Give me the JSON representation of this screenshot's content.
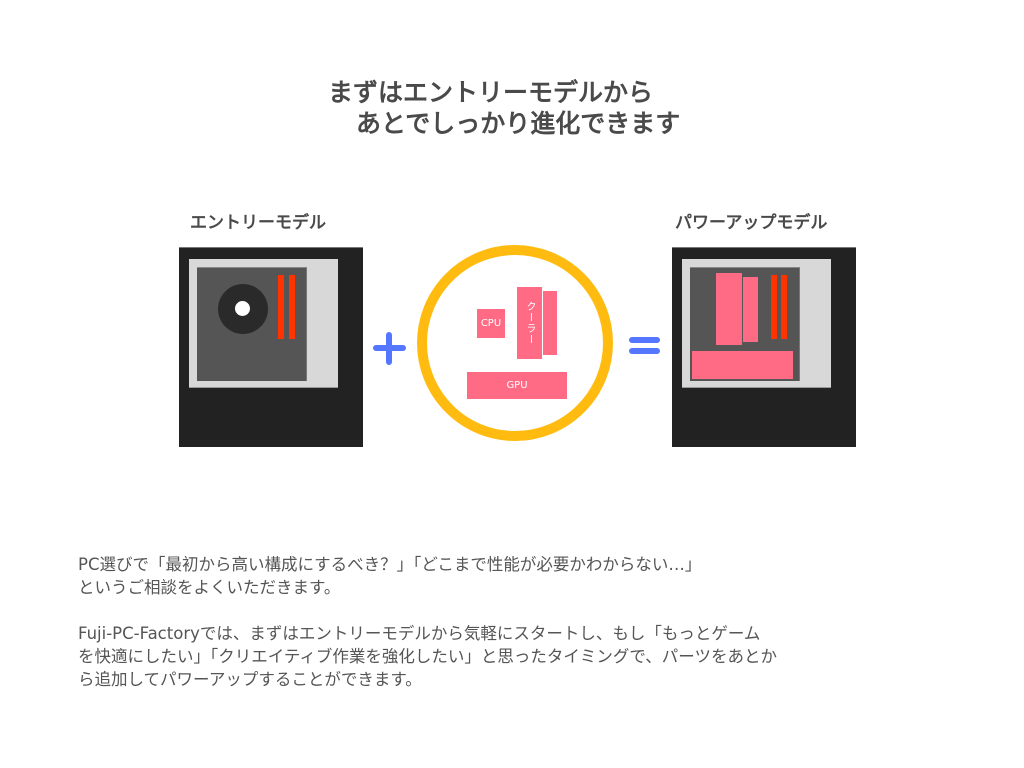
{
  "heading": {
    "line1": "まずはエントリーモデルから",
    "line2": "あとでしっかり進化できます"
  },
  "diagram": {
    "left_label": "エントリーモデル",
    "right_label": "パワーアップモデル",
    "plus_symbol": "+",
    "equals_symbol": "=",
    "parts": {
      "cpu": "CPU",
      "cooler": "クーラー",
      "gpu": "GPU"
    },
    "colors": {
      "case": "#222222",
      "panel": "#d8d8d8",
      "board": "#555555",
      "memory": "#ff3300",
      "parts": "#ff6b85",
      "ring": "#ffbb10",
      "operator": "#5577ff"
    }
  },
  "description": {
    "paragraph1": [
      "PC選びで「最初から高い構成にするべき？」「どこまで性能が必要かわからない…」",
      "というご相談をよくいただきます。"
    ],
    "paragraph2": [
      "Fuji-PC-Factoryでは、まずはエントリーモデルから気軽にスタートし、もし「もっとゲーム",
      "を快適にしたい」「クリエイティブ作業を強化したい」と思ったタイミングで、パーツをあとか",
      "ら追加してパワーアップすることができます。"
    ]
  }
}
